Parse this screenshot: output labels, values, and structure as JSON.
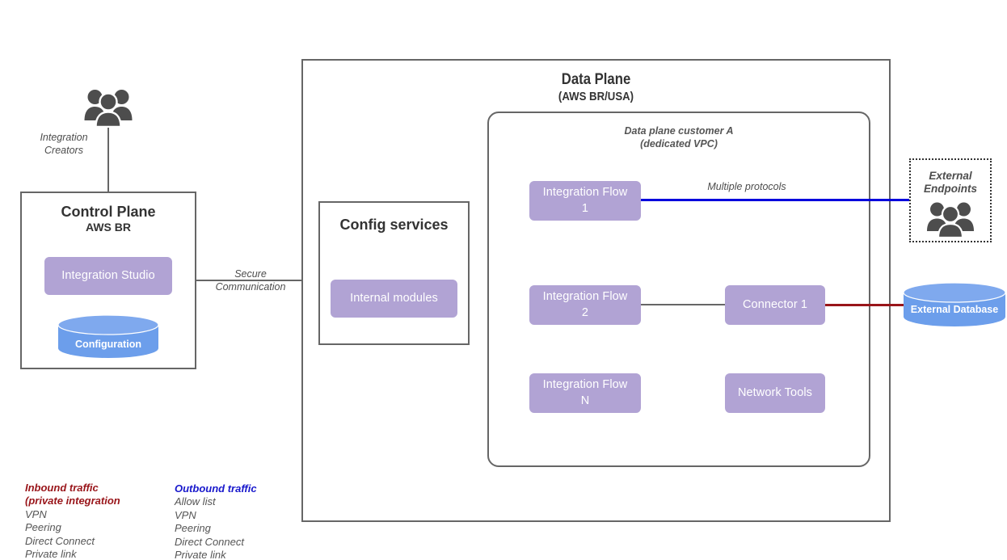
{
  "diagram": {
    "actors": {
      "integration_creators": {
        "label_line1": "Integration",
        "label_line2": "Creators",
        "icon": "users-group-icon"
      },
      "external_endpoints": {
        "label_line1": "External",
        "label_line2": "Endpoints",
        "icon": "users-group-icon"
      }
    },
    "control_plane": {
      "title": "Control Plane",
      "subtitle": "AWS BR",
      "studio_label": "Integration Studio",
      "configuration_label": "Configuration"
    },
    "secure_link": {
      "line1": "Secure",
      "line2": "Communication"
    },
    "data_plane": {
      "title": "Data Plane",
      "subtitle": "(AWS BR/USA)",
      "config_services": {
        "title": "Config services",
        "internal_modules_label": "Internal modules"
      },
      "customer_vpc": {
        "line1": "Data plane customer A",
        "line2": "(dedicated VPC)",
        "nodes": [
          {
            "label_line1": "Integration Flow",
            "label_line2": "1"
          },
          {
            "label_line1": "Integration Flow",
            "label_line2": "2"
          },
          {
            "label_line1": "Integration Flow",
            "label_line2": "N"
          },
          {
            "label_line1": "Connector 1",
            "label_line2": ""
          },
          {
            "label_line1": "Network Tools",
            "label_line2": ""
          }
        ]
      }
    },
    "external_database": {
      "label": "External Database"
    },
    "edge_labels": {
      "multiple_protocols": "Multiple protocols"
    },
    "legend": {
      "inbound": {
        "heading_line1": "Inbound traffic",
        "heading_line2": "(private integration",
        "items": [
          "VPN",
          "Peering",
          "Direct Connect",
          "Private link"
        ]
      },
      "outbound": {
        "heading_line1": "Outbound traffic",
        "items": [
          "Allow list",
          "VPN",
          "Peering",
          "Direct Connect",
          "Private link"
        ]
      }
    },
    "colors": {
      "process_purple": "#b1a3d4",
      "cylinder_blue": "#6c9eeb",
      "inbound_red": "#99151a",
      "outbound_blue": "#1818cc",
      "frame_gray": "#666666",
      "icon_gray": "#4d4d4d"
    }
  }
}
